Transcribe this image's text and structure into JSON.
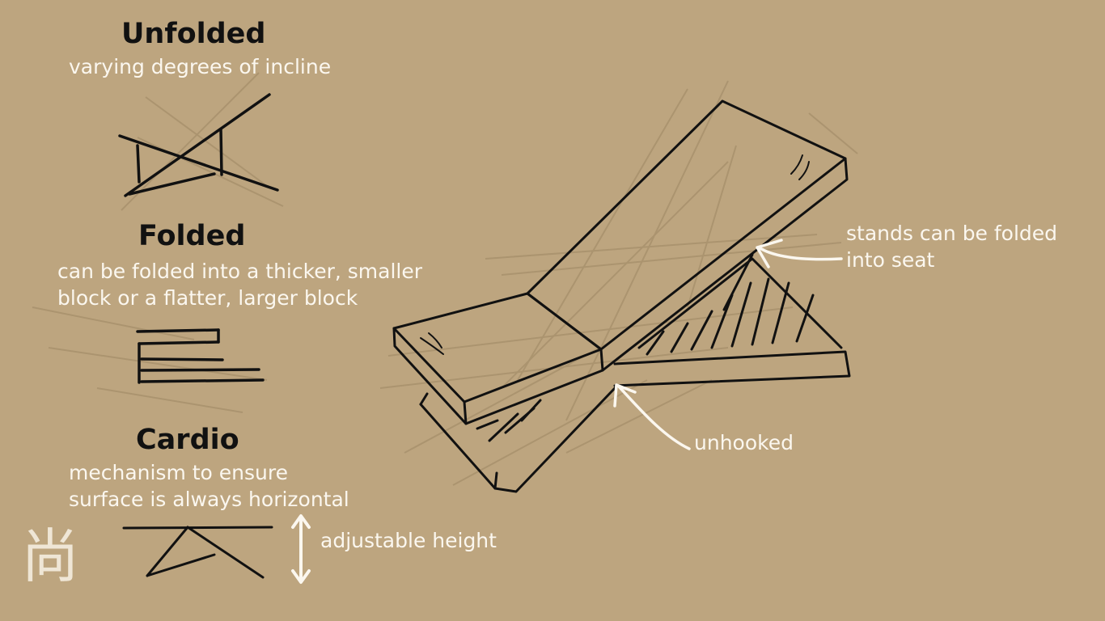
{
  "sections": {
    "unfolded": {
      "heading": "Unfolded",
      "description": "varying degrees of incline"
    },
    "folded": {
      "heading": "Folded",
      "description": [
        "can be folded into a thicker, smaller",
        "block or a flatter, larger block"
      ]
    },
    "cardio": {
      "heading": "Cardio",
      "description": [
        "mechanism to ensure",
        "surface is always horizontal"
      ]
    }
  },
  "annotations": {
    "adjustable_height": "adjustable height",
    "stands_fold": [
      "stands can be folded",
      "into seat"
    ],
    "unhooked": "unhooked"
  },
  "signature_glyph": "尚",
  "colors": {
    "background": "#bda57f",
    "ink": "#111111",
    "annotation": "#fbf7ef",
    "sketch": "#a48d69"
  }
}
